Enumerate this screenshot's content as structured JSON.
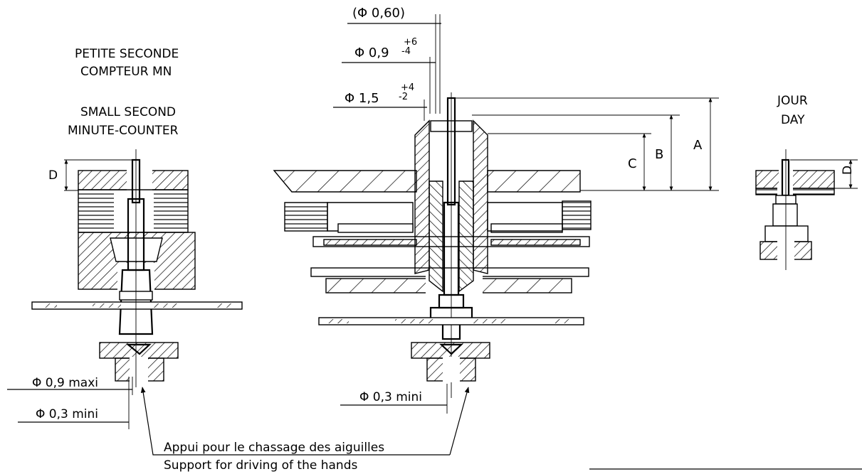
{
  "labels": {
    "left_title_fr_1": "PETITE SECONDE",
    "left_title_fr_2": "COMPTEUR MN",
    "left_title_en_1": "SMALL SECOND",
    "left_title_en_2": "MINUTE-COUNTER",
    "right_title_fr": "JOUR",
    "right_title_en": "DAY"
  },
  "dimensions": {
    "dia_060": "(Φ 0,60)",
    "dia_09": "Φ 0,9",
    "dia_09_tol_plus": "+6",
    "dia_09_tol_minus": "-4",
    "dia_15": "Φ 1,5",
    "dia_15_tol_plus": "+4",
    "dia_15_tol_minus": "-2",
    "dim_A": "A",
    "dim_B": "B",
    "dim_C": "C",
    "dim_D_left": "D",
    "dim_D_right": "D",
    "left_dia_09_maxi": "Φ 0,9 maxi",
    "left_dia_03_mini": "Φ 0,3 mini",
    "center_dia_03_mini": "Φ 0,3 mini"
  },
  "notes": {
    "support_fr": "Appui pour le chassage des aiguilles",
    "support_en": "Support for driving of the hands"
  }
}
